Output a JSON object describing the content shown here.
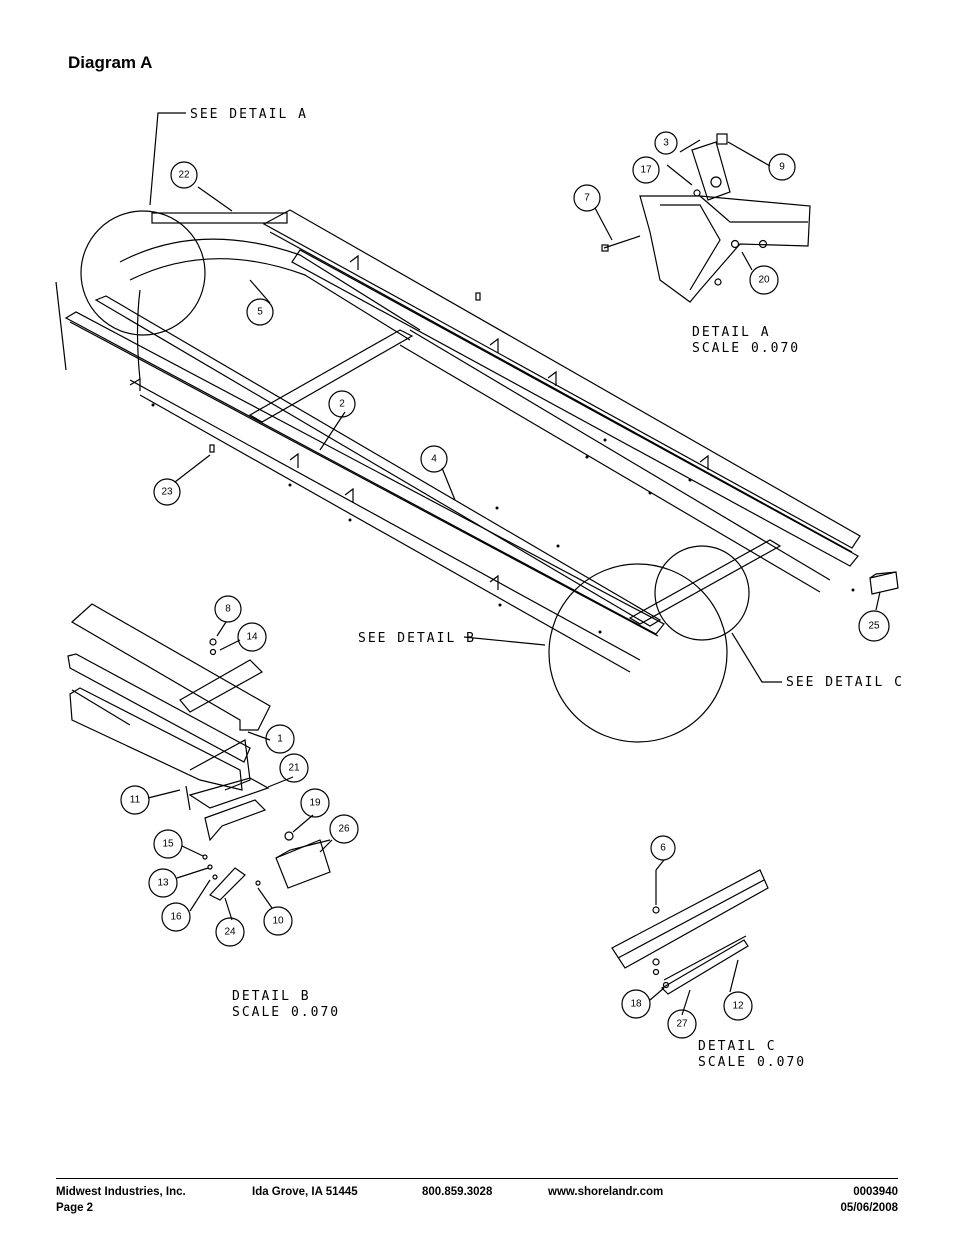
{
  "title": "Diagram A",
  "callouts": {
    "see_detail_a": "SEE DETAIL A",
    "see_detail_b": "SEE DETAIL B",
    "see_detail_c": "SEE DETAIL C"
  },
  "details": {
    "a": {
      "line1": "DETAIL A",
      "line2": "SCALE 0.070"
    },
    "b": {
      "line1": "DETAIL B",
      "line2": "SCALE 0.070"
    },
    "c": {
      "line1": "DETAIL C",
      "line2": "SCALE 0.070"
    }
  },
  "part_numbers": {
    "main": [
      "22",
      "5",
      "2",
      "4",
      "23",
      "25"
    ],
    "detail_a": [
      "3",
      "17",
      "9",
      "7",
      "20"
    ],
    "detail_b": [
      "8",
      "14",
      "1",
      "21",
      "11",
      "19",
      "26",
      "15",
      "13",
      "16",
      "24",
      "10"
    ],
    "detail_c": [
      "6",
      "18",
      "27",
      "12"
    ]
  },
  "footer": {
    "company": "Midwest Industries, Inc.",
    "page": "Page 2",
    "location": "Ida Grove, IA  51445",
    "phone": "800.859.3028",
    "website": "www.shorelandr.com",
    "doc_number": "0003940",
    "date": "05/06/2008"
  }
}
